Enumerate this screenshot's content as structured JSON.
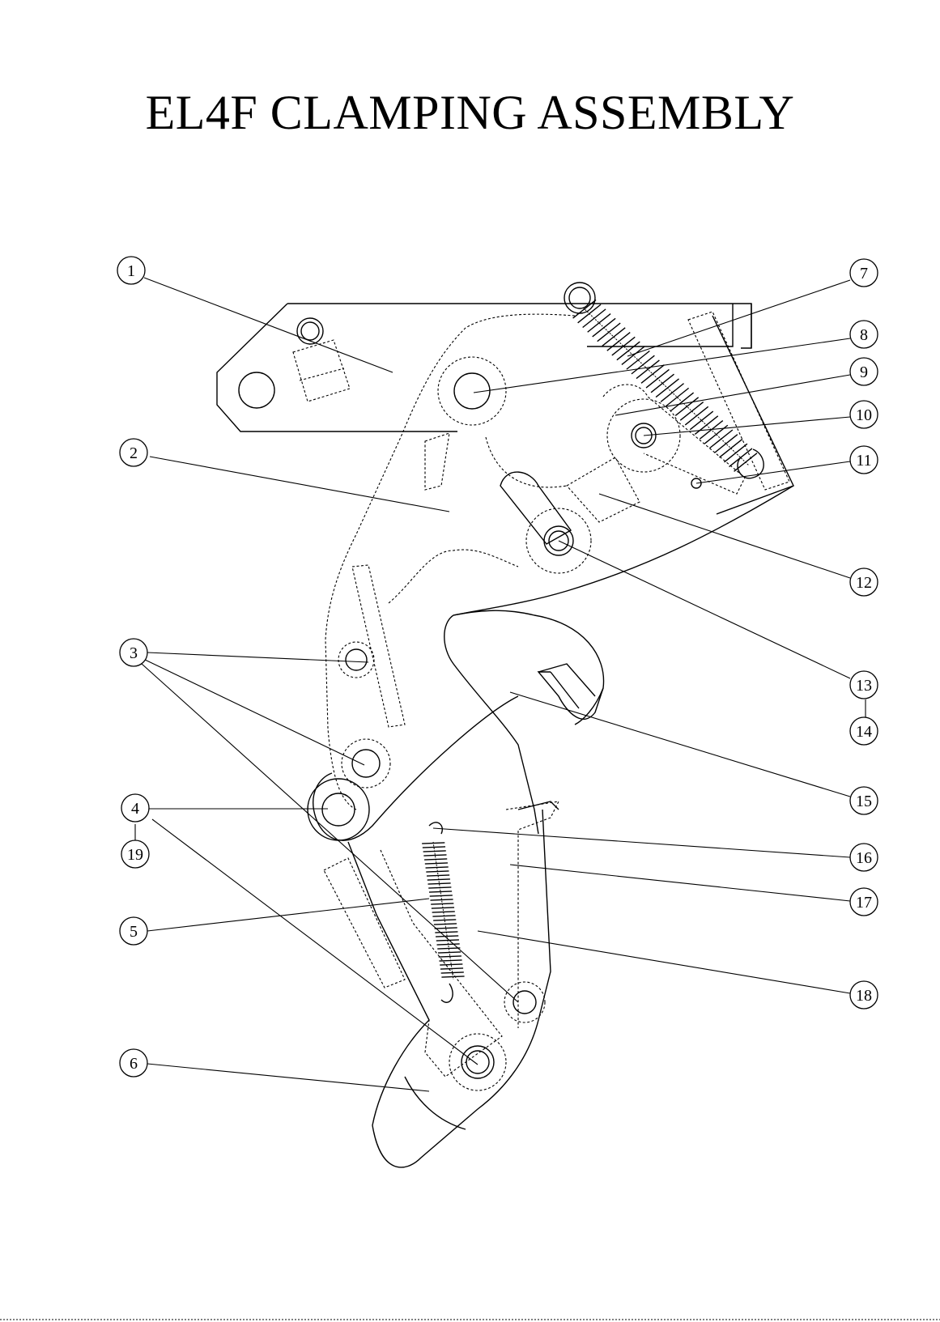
{
  "title": "EL4F CLAMPING ASSEMBLY",
  "callouts": [
    {
      "label": "1"
    },
    {
      "label": "2"
    },
    {
      "label": "3"
    },
    {
      "label": "4"
    },
    {
      "label": "19"
    },
    {
      "label": "5"
    },
    {
      "label": "6"
    },
    {
      "label": "7"
    },
    {
      "label": "8"
    },
    {
      "label": "9"
    },
    {
      "label": "10"
    },
    {
      "label": "11"
    },
    {
      "label": "12"
    },
    {
      "label": "13"
    },
    {
      "label": "14"
    },
    {
      "label": "15"
    },
    {
      "label": "16"
    },
    {
      "label": "17"
    },
    {
      "label": "18"
    }
  ]
}
